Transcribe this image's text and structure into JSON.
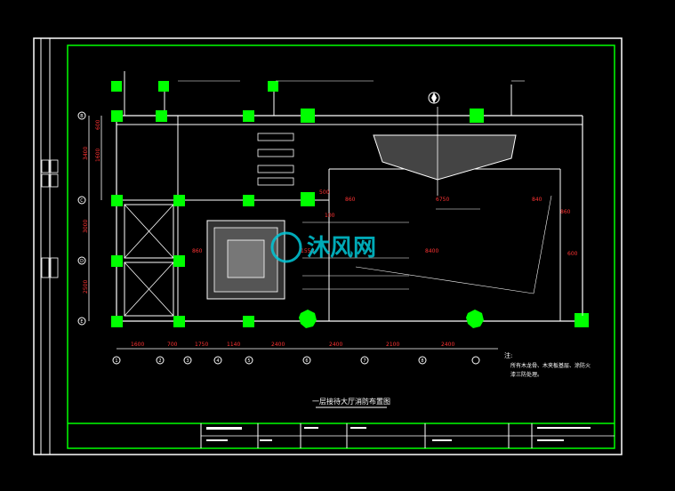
{
  "drawing": {
    "title": "一层接待大厅消防布置图",
    "watermark": "沐风网",
    "notes_heading": "注:",
    "notes_lines": [
      "所有木龙骨、木夹板基层、涂防火",
      "漆三防处理。"
    ],
    "dims_bottom": [
      "1600",
      "700",
      "1750",
      "1140",
      "2400",
      "2400",
      "2100",
      "2400"
    ],
    "dims_left": [
      "3400",
      "3000",
      "2500"
    ],
    "dims_left_inner": [
      "600",
      "1600"
    ],
    "dims_inner": [
      "860",
      "6750",
      "840",
      "100",
      "8400",
      "1550",
      "500",
      "860",
      "600",
      "860"
    ],
    "grid_bubbles_left": [
      "B",
      "C",
      "D",
      "E"
    ],
    "grid_bubbles_bottom": [
      "1",
      "2",
      "3",
      "4",
      "5",
      "6",
      "7",
      "8"
    ]
  },
  "colors": {
    "background": "#000000",
    "border": "#00ff00",
    "lines": "#ffffff",
    "column": "#00ff00",
    "dims": "#ff3333",
    "watermark": "#00c8d8",
    "annotation": "#00b4ff"
  }
}
